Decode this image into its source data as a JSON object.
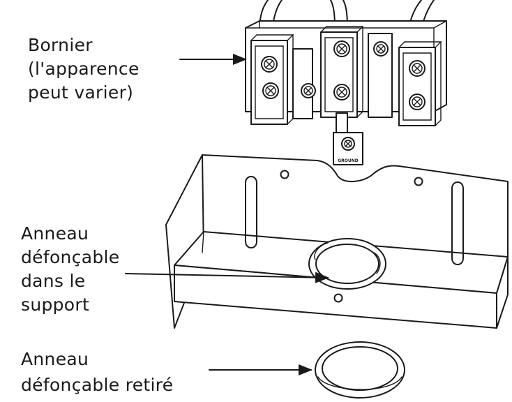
{
  "labels": {
    "terminal_block": [
      "Bornier",
      "(l'apparence",
      "peut varier)"
    ],
    "bracket_knockout": [
      "Anneau",
      "défonçable",
      "dans le",
      "support"
    ],
    "removed_knockout": [
      "Anneau",
      "défonçable retiré"
    ]
  },
  "parts": {
    "ground_tag": "GROUND"
  },
  "colors": {
    "ink": "#1a1a1a",
    "background": "#ffffff"
  }
}
